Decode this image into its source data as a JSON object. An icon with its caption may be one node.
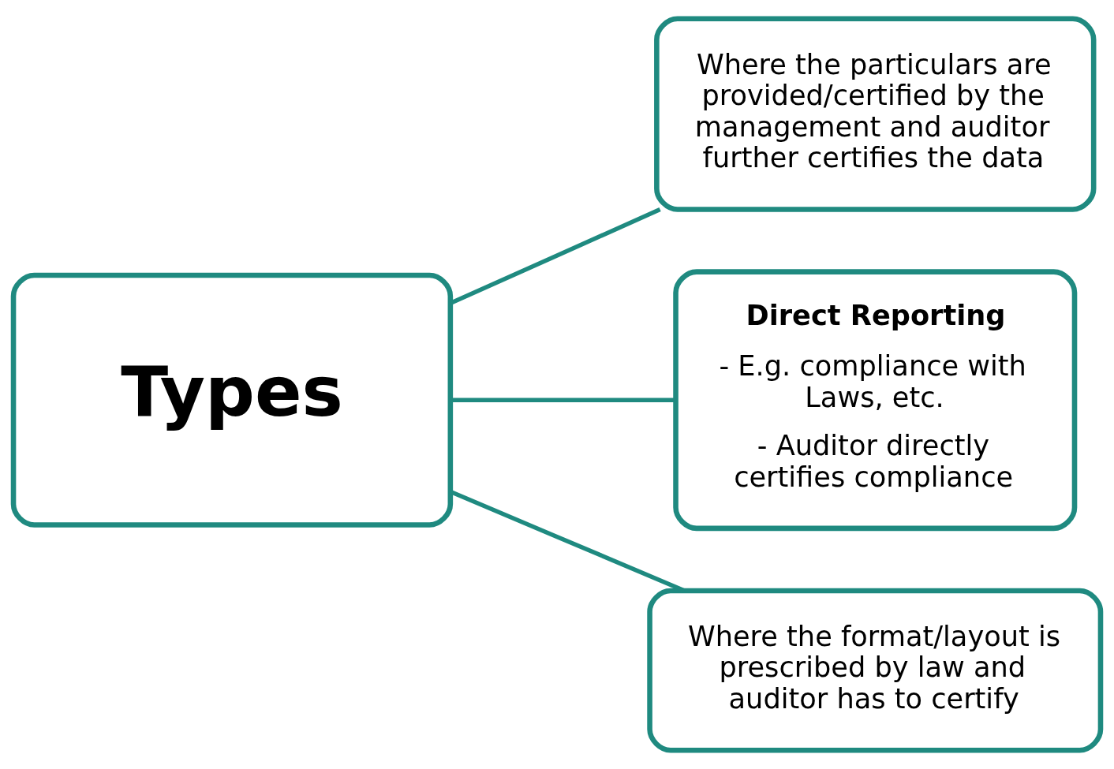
{
  "diagram": {
    "nodes": [
      {
        "text": [
          "Types"
        ]
      },
      {
        "text": [
          "Where the particulars are provided/certified by the management and auditor further certifies the data"
        ]
      },
      {
        "text": [
          "Direct Reporting",
          "- E.g. compliance with Laws, etc.",
          "- Auditor directly certifies compliance"
        ]
      },
      {
        "text": [
          "Where the format/layout is prescribed by law and auditor has to certify"
        ]
      }
    ],
    "edges": [
      {
        "from": 0,
        "to": 1,
        "arrow": "none"
      },
      {
        "from": 0,
        "to": 2,
        "arrow": "none"
      },
      {
        "from": 0,
        "to": 3,
        "arrow": "none"
      }
    ]
  }
}
